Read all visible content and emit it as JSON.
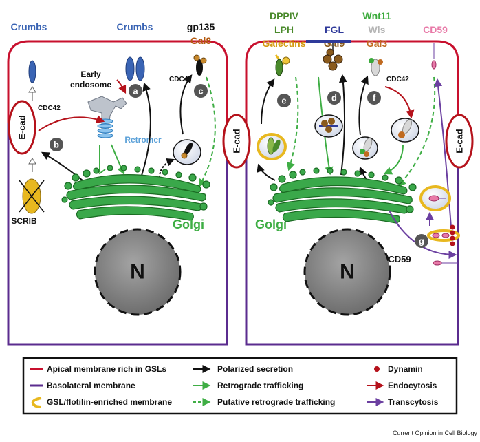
{
  "labels": {
    "crumbs_left": "Crumbs",
    "crumbs_mid": "Crumbs",
    "early_endosome_1": "Early",
    "early_endosome_2": "endosome",
    "cdc42_left": "CDC42",
    "cdc42_mid": "CDC42",
    "cdc42_right": "CDC42",
    "retromer": "Retromer",
    "gp135": "gp135",
    "gal8": "Gal8",
    "scrib": "SCRIB",
    "golgi_left": "Golgi",
    "golgi_right": "Golgi",
    "ecad": "E-cad",
    "nucleus": "N",
    "dppiv": "DPPIV",
    "lph": "LPH",
    "galectins": "Galectins",
    "fgl": "FGL",
    "gal9": "Gal9",
    "wnt11": "Wnt11",
    "wls": "Wls",
    "gal3": "Gal3",
    "cd59_top": "CD59",
    "cd59_bottom": "CD59",
    "step_a": "a",
    "step_b": "b",
    "step_c": "c",
    "step_d": "d",
    "step_e": "e",
    "step_f": "f",
    "step_g": "g"
  },
  "legend": {
    "apical": "Apical membrane rich in GSLs",
    "basolateral": "Basolateral membrane",
    "gsl_flotilin": "GSL/flotilin-enriched membrane",
    "polarized": "Polarized secretion",
    "retrograde": "Retrograde trafficking",
    "putative": "Putative retrograde trafficking",
    "dynamin": "Dynamin",
    "endocytosis": "Endocytosis",
    "transcytosis": "Transcytosis"
  },
  "footer": {
    "credit": "Current Opinion in Cell Biology"
  },
  "colors": {
    "apical": "#c8102e",
    "basolateral": "#5b2c8f",
    "golgi": "#2e9a3c",
    "crumbs": "#3a64b4",
    "gsl": "#e8b81f",
    "retromer": "#5aa0d8",
    "dppiv": "#4a8a2c",
    "fgl": "#2f3a9a",
    "gal": "#8a5a1c",
    "wnt11": "#3aaa3a",
    "wls": "#b4b4b4",
    "gal3": "#c06a20",
    "cd59": "#e87aa8",
    "marker": "#555555"
  }
}
